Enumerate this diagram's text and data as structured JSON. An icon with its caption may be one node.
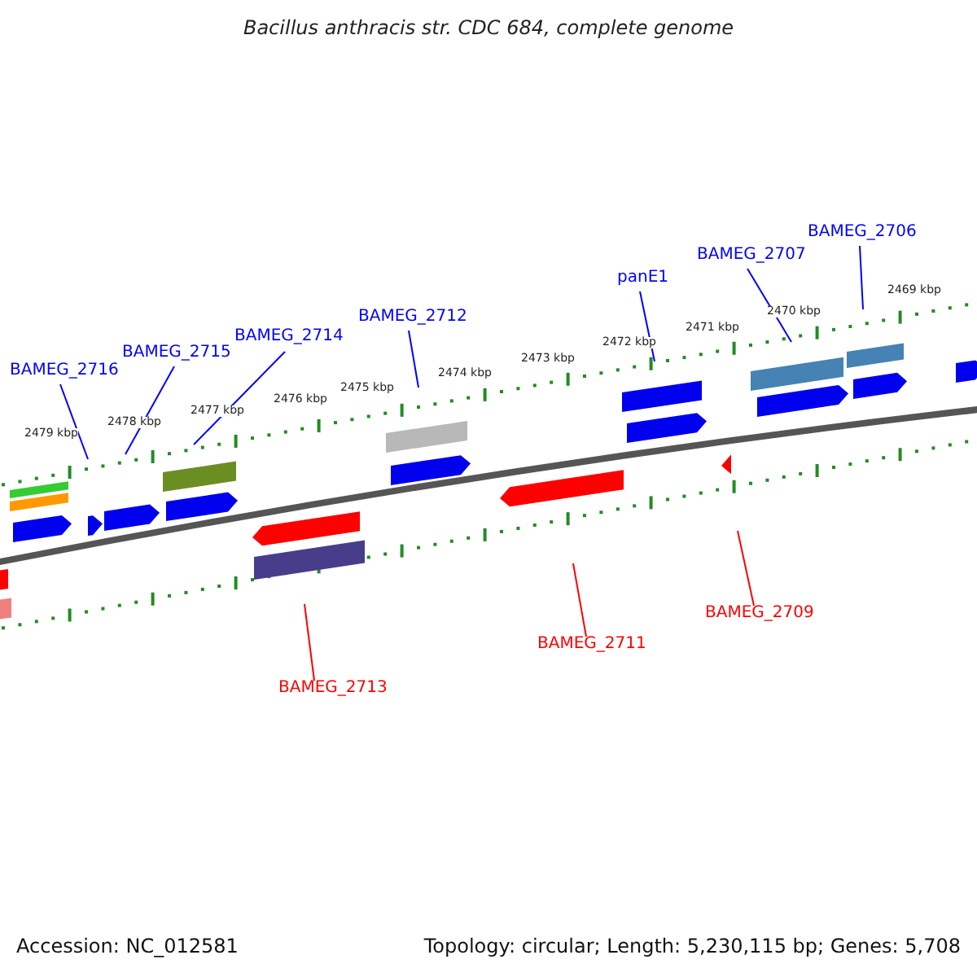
{
  "diagram": {
    "title": "Bacillus anthracis str. CDC 684, complete genome",
    "nodes": [
      {
        "text": [
          "BAMEG_2716"
        ]
      },
      {
        "text": [
          "BAMEG_2715"
        ]
      },
      {
        "text": [
          "BAMEG_2714"
        ]
      },
      {
        "text": [
          "BAMEG_2712"
        ]
      },
      {
        "text": [
          "panE1"
        ]
      },
      {
        "text": [
          "BAMEG_2707"
        ]
      },
      {
        "text": [
          "BAMEG_2706"
        ]
      },
      {
        "text": [
          "BAMEG_2713"
        ]
      },
      {
        "text": [
          "BAMEG_2711"
        ]
      },
      {
        "text": [
          "BAMEG_2709"
        ]
      }
    ],
    "edges": [
      {
        "from": 0,
        "to": null,
        "arrow": "none"
      },
      {
        "from": 1,
        "to": null,
        "arrow": "none"
      },
      {
        "from": 2,
        "to": null,
        "arrow": "none"
      },
      {
        "from": 3,
        "to": null,
        "arrow": "none"
      },
      {
        "from": 4,
        "to": null,
        "arrow": "none"
      },
      {
        "from": 5,
        "to": null,
        "arrow": "none"
      },
      {
        "from": 6,
        "to": null,
        "arrow": "none"
      },
      {
        "from": 7,
        "to": null,
        "arrow": "none",
        "color": "#ff0000"
      },
      {
        "from": 8,
        "to": null,
        "arrow": "none",
        "color": "#ff0000"
      },
      {
        "from": 9,
        "to": null,
        "arrow": "none",
        "color": "#ff0000"
      }
    ],
    "labels": [
      "2479 kbp",
      "2478 kbp",
      "2477 kbp",
      "2476 kbp",
      "2475 kbp",
      "2474 kbp",
      "2473 kbp",
      "2472 kbp",
      "2471 kbp",
      "2470 kbp",
      "2469 kbp",
      "Accession: NC_012581",
      "Topology: circular; Length: 5,230,115 bp; Genes: 5,708"
    ]
  }
}
